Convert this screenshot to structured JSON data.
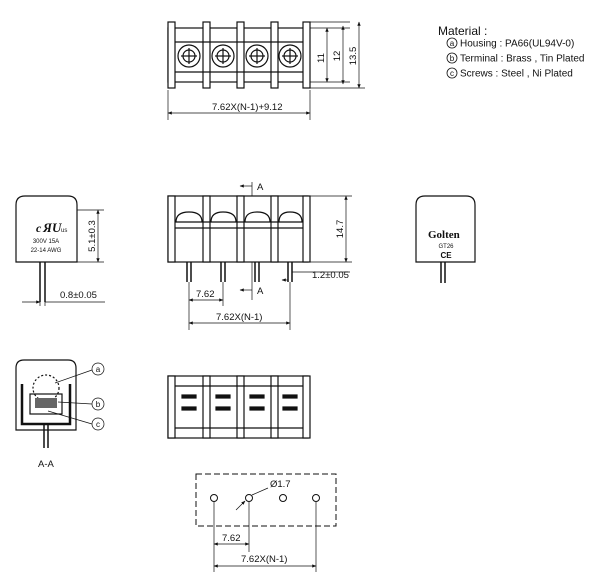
{
  "material": {
    "title": "Material :",
    "items": [
      {
        "letter": "a",
        "text": "Housing : PA66(UL94V-0)"
      },
      {
        "letter": "b",
        "text": "Terminal : Brass , Tin Plated"
      },
      {
        "letter": "c",
        "text": "Screws : Steel , Ni Plated"
      }
    ]
  },
  "top_view": {
    "dim_width": "7.62X(N-1)+9.12",
    "dim_11": "11",
    "dim_12": "12",
    "dim_13_5": "13.5"
  },
  "side_view": {
    "dim_5_1": "5.1±0.3",
    "dim_0_8": "0.8±0.05",
    "label_rating": "300V 15A",
    "label_awg": "22-14 AWG"
  },
  "front_view": {
    "section_top": "A",
    "section_bottom": "A",
    "dim_14_7": "14.7",
    "dim_1_2": "1.2±0.05",
    "dim_7_62": "7.62",
    "dim_pitch": "7.62X(N-1)"
  },
  "end_view": {
    "brand": "Golten",
    "model": "GT26",
    "ce_mark": "CE"
  },
  "section_view": {
    "label": "A-A",
    "callouts": [
      "a",
      "b",
      "c"
    ]
  },
  "pcb_layout": {
    "dim_hole": "Ø1.7",
    "dim_7_62": "7.62",
    "dim_pitch": "7.62X(N-1)"
  }
}
